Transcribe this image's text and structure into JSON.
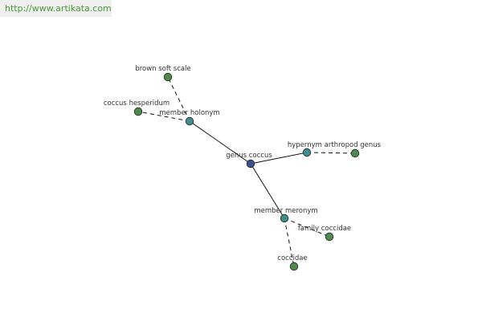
{
  "watermark": "http://www.artikata.com",
  "colors": {
    "center": "#3d4f8f",
    "relation": "#3f8d8d",
    "leaf": "#4e8a4e",
    "node_stroke": "#222222",
    "edge": "#111111"
  },
  "nodes": [
    {
      "id": "genus",
      "label": "genus coccus",
      "kind": "center"
    },
    {
      "id": "holonym",
      "label": "member holonym",
      "kind": "relation"
    },
    {
      "id": "hypernym",
      "label": "hypernym arthropod genus",
      "kind": "relation"
    },
    {
      "id": "meronym",
      "label": "member meronym",
      "kind": "relation"
    },
    {
      "id": "brown",
      "label": "brown soft scale",
      "kind": "leaf"
    },
    {
      "id": "hesperidum",
      "label": "coccus hesperidum",
      "kind": "leaf"
    },
    {
      "id": "arthropod",
      "label": "",
      "kind": "leaf"
    },
    {
      "id": "family",
      "label": "family coccidae",
      "kind": "leaf"
    },
    {
      "id": "coccidae",
      "label": "coccidae",
      "kind": "leaf"
    }
  ],
  "edges": [
    {
      "from": "genus",
      "to": "holonym",
      "style": "solid"
    },
    {
      "from": "genus",
      "to": "hypernym",
      "style": "solid"
    },
    {
      "from": "genus",
      "to": "meronym",
      "style": "solid"
    },
    {
      "from": "holonym",
      "to": "brown",
      "style": "dashed"
    },
    {
      "from": "holonym",
      "to": "hesperidum",
      "style": "dashed"
    },
    {
      "from": "hypernym",
      "to": "arthropod",
      "style": "dashed"
    },
    {
      "from": "meronym",
      "to": "family",
      "style": "dashed"
    },
    {
      "from": "meronym",
      "to": "coccidae",
      "style": "dashed"
    }
  ]
}
